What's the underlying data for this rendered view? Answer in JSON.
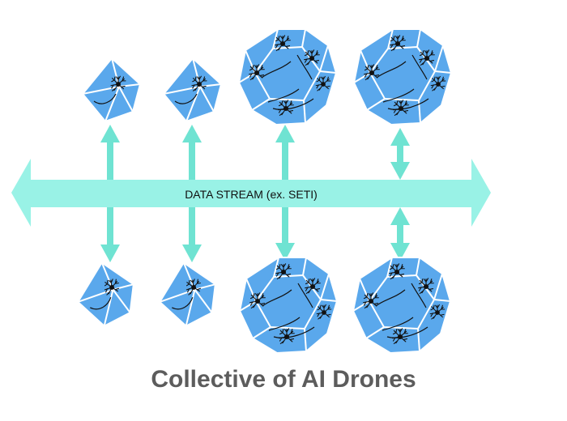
{
  "diagram": {
    "stream_label": "DATA STREAM (ex. SETI)",
    "caption": "Collective of AI Drones",
    "colors": {
      "stream": "#99f2e6",
      "arrow": "#6fe3d2",
      "drone_fill": "#5aa8ec",
      "drone_edge": "#ffffff",
      "neuron": "#111111",
      "caption": "#5c5c5c"
    },
    "drones": [
      {
        "row": "top",
        "column": 1,
        "kind": "octahedron",
        "icon": "octahedron-drone-icon"
      },
      {
        "row": "top",
        "column": 2,
        "kind": "octahedron",
        "icon": "octahedron-drone-icon"
      },
      {
        "row": "top",
        "column": 3,
        "kind": "dodecahedron",
        "icon": "dodecahedron-drone-icon"
      },
      {
        "row": "top",
        "column": 4,
        "kind": "dodecahedron",
        "icon": "dodecahedron-drone-icon"
      },
      {
        "row": "bottom",
        "column": 1,
        "kind": "octahedron",
        "icon": "octahedron-drone-icon"
      },
      {
        "row": "bottom",
        "column": 2,
        "kind": "octahedron",
        "icon": "octahedron-drone-icon"
      },
      {
        "row": "bottom",
        "column": 3,
        "kind": "dodecahedron",
        "icon": "dodecahedron-drone-icon"
      },
      {
        "row": "bottom",
        "column": 4,
        "kind": "dodecahedron",
        "icon": "dodecahedron-drone-icon"
      }
    ]
  }
}
